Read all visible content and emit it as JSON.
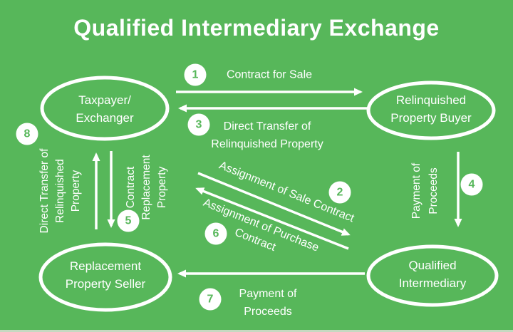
{
  "title": "Qualified Intermediary Exchange",
  "colors": {
    "background": "#57b75a",
    "text": "#ffffff"
  },
  "nodes": {
    "taxpayer": {
      "label": "Taxpayer/\nExchanger"
    },
    "buyer": {
      "label": "Relinquished\nProperty Buyer"
    },
    "seller": {
      "label": "Replacement\nProperty Seller"
    },
    "qi": {
      "label": "Qualified\nIntermediary"
    }
  },
  "steps": {
    "s1": {
      "num": "1",
      "label": "Contract for Sale"
    },
    "s2": {
      "num": "2",
      "label": "Assignment of Sale Contract"
    },
    "s3": {
      "num": "3",
      "label": "Direct Transfer of\nRelinquished Property"
    },
    "s4": {
      "num": "4",
      "label": "Payment of\nProceeds"
    },
    "s5": {
      "num": "5",
      "label": "Contract\nReplacement\nProperty"
    },
    "s6": {
      "num": "6",
      "label": "Assignment of Purchase\nContract"
    },
    "s7": {
      "num": "7",
      "label": "Payment of\nProceeds"
    },
    "s8": {
      "num": "8",
      "label": "Direct Transfer of\nRelinquished\nProperty"
    }
  }
}
